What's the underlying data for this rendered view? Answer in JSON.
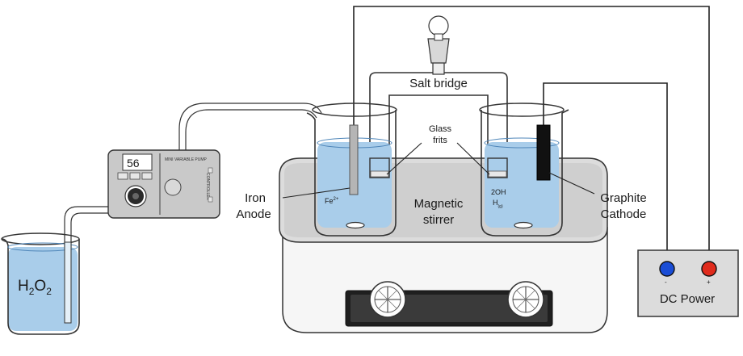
{
  "labels": {
    "salt_bridge": "Salt bridge",
    "glass_frits_line1": "Glass",
    "glass_frits_line2": "frits",
    "iron_anode_line1": "Iron",
    "iron_anode_line2": "Anode",
    "magnetic_stirrer_line1": "Magnetic",
    "magnetic_stirrer_line2": "stirrer",
    "graphite_cathode_line1": "Graphite",
    "graphite_cathode_line2": "Cathode",
    "dc_power": "DC Power",
    "h2o2_h": "H",
    "h2o2_sub1": "2",
    "h2o2_o": "O",
    "h2o2_sub2": "2",
    "fe_ion": "Fe",
    "fe_ion_sup": "2+",
    "cathode_oh": "2OH",
    "cathode_h": "H",
    "cathode_h_sub": "(g)",
    "pump_display": "56",
    "pump_small_text": "MINI VARIABLE PUMP",
    "pump_side_text": "CONTROLLER"
  },
  "colors": {
    "liquid": "#a9cdea",
    "liquid_dark": "#7fb0da",
    "glass_outline": "#333333",
    "platform": "#d6d6d6",
    "stand": "#f7f7f7",
    "dc_box": "#dcdcdc",
    "negative_terminal": "#1a4dd6",
    "positive_terminal": "#e02b1c",
    "cathode": "#111111",
    "anode": "#b5b5b5",
    "pump_body": "#c9c9c9"
  },
  "terminals": {
    "negative": "-",
    "positive": "+"
  }
}
